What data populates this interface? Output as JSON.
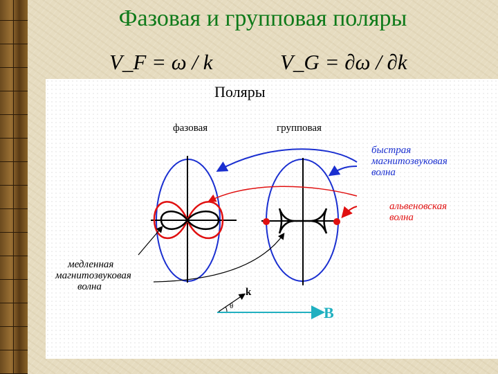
{
  "title": "Фазовая и групповая поляры",
  "formula_phase": "V_F = ω / k",
  "formula_group": "V_G = ∂ω / ∂k",
  "diagram": {
    "heading": "Поляры",
    "phase_label": "фазовая",
    "group_label": "групповая",
    "fast_wave": [
      "быстрая",
      "магнитозвуковая",
      "волна"
    ],
    "alfven_wave": [
      "альвеновская",
      "волна"
    ],
    "slow_wave": [
      "медленная",
      "магнитозвуковая",
      "волна"
    ],
    "k_label": "k",
    "theta_label": "θ",
    "b_label": "B"
  },
  "colors": {
    "title": "#0f7a1a",
    "fast": "#1a2fd0",
    "alfven": "#e01010",
    "b_field": "#20b0c0"
  }
}
